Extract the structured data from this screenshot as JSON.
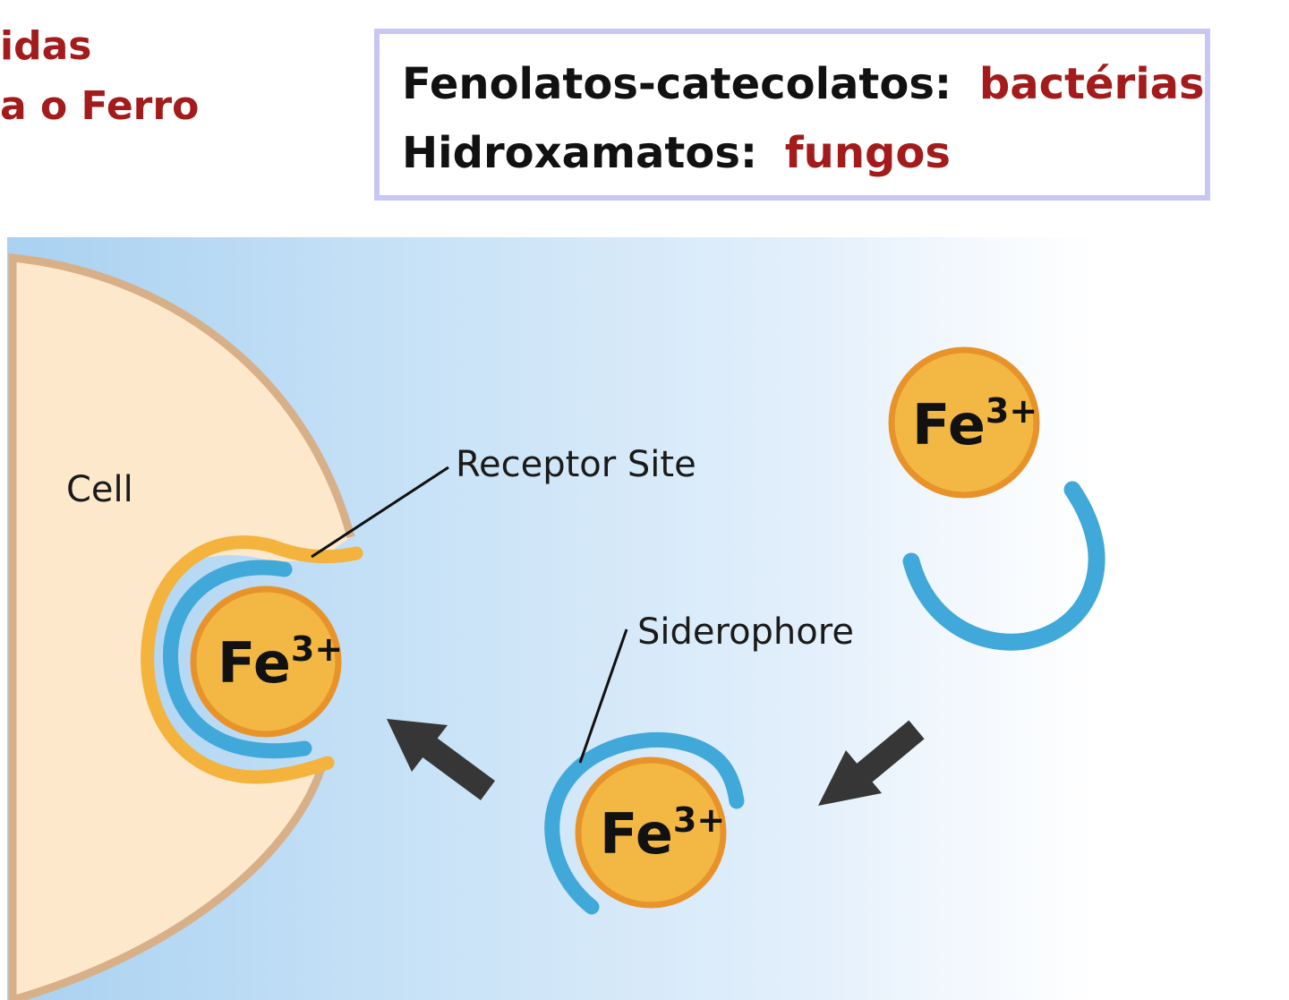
{
  "heading": {
    "line1": "idas",
    "line2": "a o Ferro"
  },
  "info_box": {
    "row1_label": "Fenolatos-catecolatos:",
    "row1_value": "bactérias",
    "row2_label": "Hidroxamatos:",
    "row2_value": "fungos"
  },
  "labels": {
    "cell": "Cell",
    "receptor_site": "Receptor Site",
    "siderophore": "Siderophore"
  },
  "ion": {
    "symbol": "Fe",
    "charge": "3+"
  },
  "colors": {
    "accent_red": "#a31b1b",
    "ion_fill": "#f2b843",
    "ion_ring": "#e8932a",
    "siderophore": "#41a9d9",
    "receptor": "#f3b33d",
    "cell_fill": "#fde8cc",
    "cell_border": "#d8b088",
    "box_border": "#c8c6f5",
    "arrow": "#363636"
  }
}
